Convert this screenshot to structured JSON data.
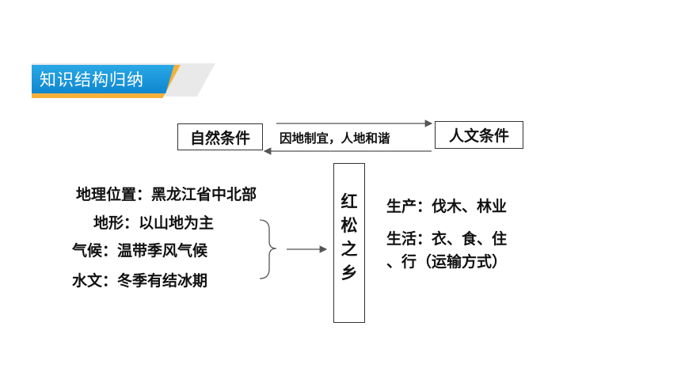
{
  "title": "知识结构归纳",
  "natural_conditions": "自然条件",
  "human_conditions": "人文条件",
  "relation": "因地制宜，人地和谐",
  "natural_items": [
    "地理位置：黑龙江省中北部",
    "地形：以山地为主",
    "气候：温带季风气候",
    "水文：冬季有结冰期"
  ],
  "center_chars": [
    "红",
    "松",
    "之",
    "乡"
  ],
  "human_items": [
    "生产：伐木、林业",
    "生活：衣、食、住",
    "、行（运输方式）"
  ],
  "colors": {
    "banner_blue": "#1597db",
    "banner_orange": "#f4b03b",
    "banner_grey": "#e9e9e9"
  }
}
